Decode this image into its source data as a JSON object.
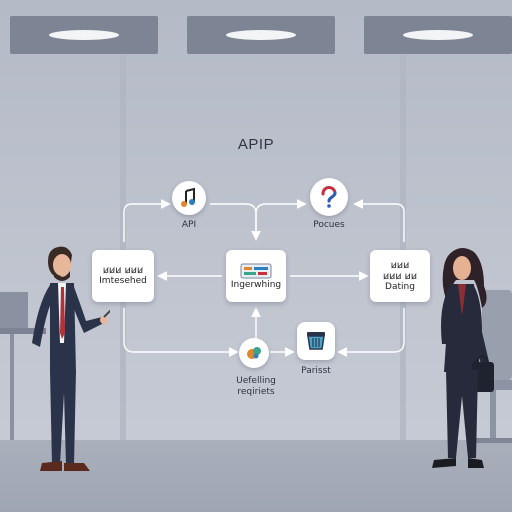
{
  "diagram": {
    "title": "APIP",
    "nodes": {
      "left": {
        "line1": "ꞹꞹꞹ ꞹꞹꞹ",
        "label": "Imtesehed"
      },
      "center": {
        "label": "Ingerwhing"
      },
      "right": {
        "line1": "ꞹꞹꞹ",
        "line2": "ꞹꞹꞹ ꞹꞹ",
        "label": "Dating"
      }
    },
    "badges": {
      "top_left": "API",
      "top_right": "Pocues",
      "bottom_left_line1": "Uefelling",
      "bottom_left_line2": "reqiriets",
      "bottom_right": "Parisst"
    }
  },
  "colors": {
    "wall": "#b9bfcb",
    "node_bg": "#ffffff",
    "arrow": "#ffffff",
    "suit_dark": "#2a3349",
    "tie_red": "#b0323a"
  },
  "icons": [
    "music-note-icon",
    "question-mark-icon",
    "planning-icon",
    "settings-icon",
    "shield-icon"
  ]
}
